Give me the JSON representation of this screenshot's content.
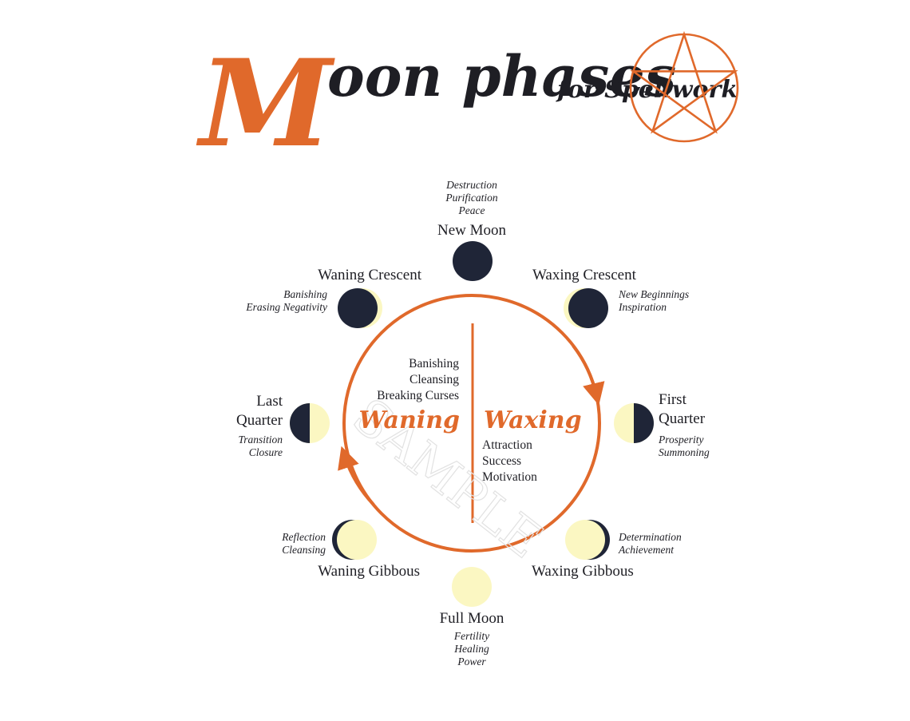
{
  "title": {
    "initial": "M",
    "rest": "oon phases",
    "suffix": "for Spellwork"
  },
  "watermark": "SAMPLE",
  "colors": {
    "accent": "#e0692b",
    "dark_moon": "#1f2537",
    "light_moon": "#fbf7c2",
    "text": "#1e1e24"
  },
  "center": {
    "waning": {
      "label": "Waning",
      "keywords": [
        "Banishing",
        "Cleansing",
        "Breaking Curses"
      ]
    },
    "waxing": {
      "label": "Waxing",
      "keywords": [
        "Attraction",
        "Success",
        "Motivation"
      ]
    }
  },
  "phases": [
    {
      "id": "new",
      "name_lines": [
        "New Moon"
      ],
      "keywords": [
        "Destruction",
        "Purification",
        "Peace"
      ],
      "illumination": 0
    },
    {
      "id": "waxing-crescent",
      "name_lines": [
        "Waxing Crescent"
      ],
      "keywords": [
        "New Beginnings",
        "Inspiration"
      ],
      "illumination": 0.15
    },
    {
      "id": "first-quarter",
      "name_lines": [
        "First",
        "Quarter"
      ],
      "keywords": [
        "Prosperity",
        "Summoning"
      ],
      "illumination": 0.5
    },
    {
      "id": "waxing-gibbous",
      "name_lines": [
        "Waxing Gibbous"
      ],
      "keywords": [
        "Determination",
        "Achievement"
      ],
      "illumination": 0.85
    },
    {
      "id": "full",
      "name_lines": [
        "Full Moon"
      ],
      "keywords": [
        "Fertility",
        "Healing",
        "Power"
      ],
      "illumination": 1
    },
    {
      "id": "waning-gibbous",
      "name_lines": [
        "Waning Gibbous"
      ],
      "keywords": [
        "Reflection",
        "Cleansing"
      ],
      "illumination": 0.85
    },
    {
      "id": "last-quarter",
      "name_lines": [
        "Last",
        "Quarter"
      ],
      "keywords": [
        "Transition",
        "Closure"
      ],
      "illumination": 0.5
    },
    {
      "id": "waning-crescent",
      "name_lines": [
        "Waning Crescent"
      ],
      "keywords": [
        "Banishing",
        "Erasing Negativity"
      ],
      "illumination": 0.15
    }
  ]
}
